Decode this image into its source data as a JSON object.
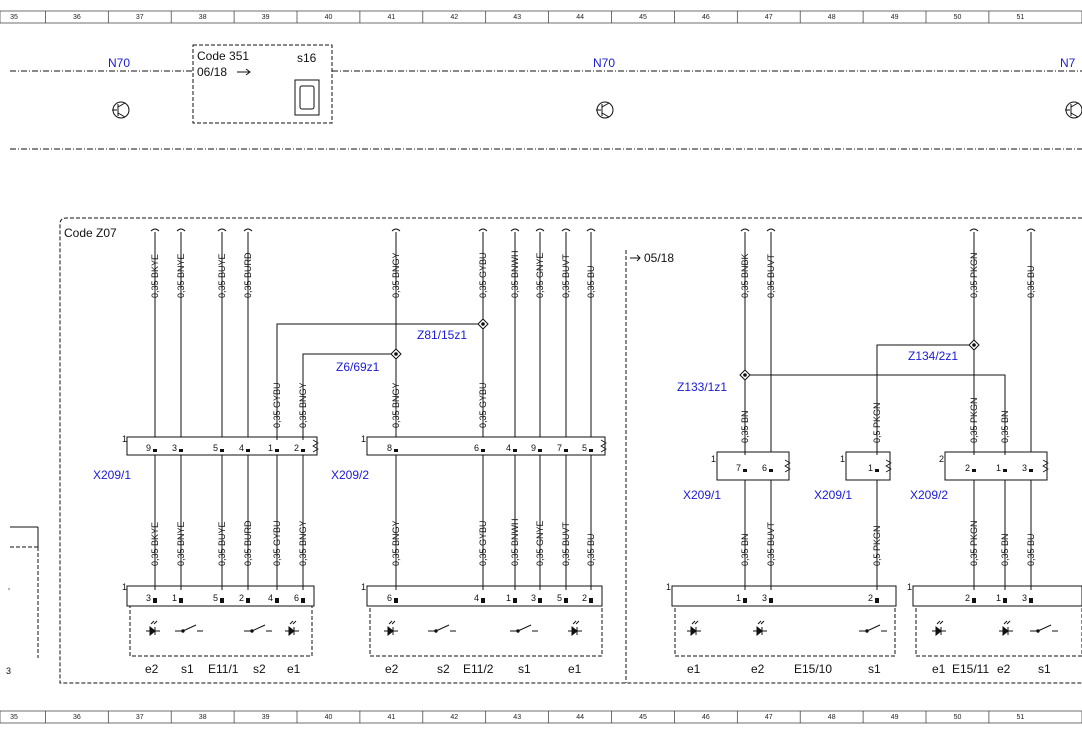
{
  "ruler": [
    "35",
    "36",
    "37",
    "38",
    "39",
    "40",
    "41",
    "42",
    "43",
    "44",
    "45",
    "46",
    "47",
    "48",
    "49",
    "50",
    "51"
  ],
  "top": {
    "n70_left": "N70",
    "n70_mid": "N70",
    "n70_right": "N7",
    "code351": "Code 351",
    "code351_ref": "06/18",
    "s16": "s16"
  },
  "frame": {
    "code_z07": "Code Z07",
    "ref_0518": "05/18"
  },
  "splices": {
    "z81": "Z81/15z1",
    "z6": "Z6/69z1",
    "z133": "Z133/1z1",
    "z134": "Z134/2z1"
  },
  "connectors": {
    "x209_1_a": "X209/1",
    "x209_2_a": "X209/2",
    "x209_1_b": "X209/1",
    "x209_1_c": "X209/1",
    "x209_2_b": "X209/2"
  },
  "wires_top": [
    {
      "label": "0,35 BKYE"
    },
    {
      "label": "0,35 BNYE"
    },
    {
      "label": "0,35 BUYE"
    },
    {
      "label": "0,35 BURD"
    },
    {
      "label": "0,35 BNGY"
    },
    {
      "label": "0,35 GYBU"
    },
    {
      "label": "0,35 BNWH"
    },
    {
      "label": "0,35 GNYE"
    },
    {
      "label": "0,35 BUVT"
    },
    {
      "label": "0,35 BU"
    },
    {
      "label": "0,35 BNBK"
    },
    {
      "label": "0,35 BUVT"
    },
    {
      "label": "0,35 PKGN"
    },
    {
      "label": "0,35 BU"
    }
  ],
  "wires_mid": [
    {
      "label": "0,35 GYBU"
    },
    {
      "label": "0,35 BNGY"
    },
    {
      "label": "0,35 BNGY"
    },
    {
      "label": "0,35 GYBU"
    },
    {
      "label": "0,35 BN"
    },
    {
      "label": "0,5 PKGN"
    },
    {
      "label": "0,35 PKGN"
    },
    {
      "label": "0,35 BN"
    }
  ],
  "wires_bottom": [
    {
      "label": "0,35 BKYE"
    },
    {
      "label": "0,35 BNYE"
    },
    {
      "label": "0,35 BUYE"
    },
    {
      "label": "0,35 BURD"
    },
    {
      "label": "0,35 GYBU"
    },
    {
      "label": "0,35 BNGY"
    },
    {
      "label": "0,35 BNGY"
    },
    {
      "label": "0,35 GYBU"
    },
    {
      "label": "0,35 BNWH"
    },
    {
      "label": "0,35 GNYE"
    },
    {
      "label": "0,35 BUVT"
    },
    {
      "label": "0,35 BU"
    },
    {
      "label": "0,35 BN"
    },
    {
      "label": "0,35 BUVT"
    },
    {
      "label": "0,5 PKGN"
    },
    {
      "label": "0,35 PKGN"
    },
    {
      "label": "0,35 BN"
    },
    {
      "label": "0,35 BU"
    }
  ],
  "pins_conn": [
    "9",
    "3",
    "5",
    "4",
    "1",
    "2",
    "8",
    "6",
    "4",
    "9",
    "7",
    "5",
    "7",
    "6",
    "1",
    "2",
    "1",
    "3"
  ],
  "pins_comp": [
    "3",
    "1",
    "5",
    "2",
    "4",
    "6",
    "6",
    "4",
    "1",
    "3",
    "5",
    "2",
    "1",
    "3",
    "2",
    "2",
    "1",
    "3"
  ],
  "pin_one_marks": [
    "1",
    "1",
    "1",
    "1",
    "2",
    "1",
    "1",
    "1",
    "1"
  ],
  "components": {
    "e11_1": {
      "name": "E11/1",
      "subs": [
        "e2",
        "s1",
        "s2",
        "e1"
      ]
    },
    "e11_2": {
      "name": "E11/2",
      "subs": [
        "e2",
        "s2",
        "s1",
        "e1"
      ]
    },
    "e15_10": {
      "name": "E15/10",
      "subs": [
        "e1",
        "e2",
        "s1"
      ]
    },
    "e15_11": {
      "name": "E15/11",
      "subs": [
        "e1",
        "e2",
        "s1"
      ]
    }
  }
}
